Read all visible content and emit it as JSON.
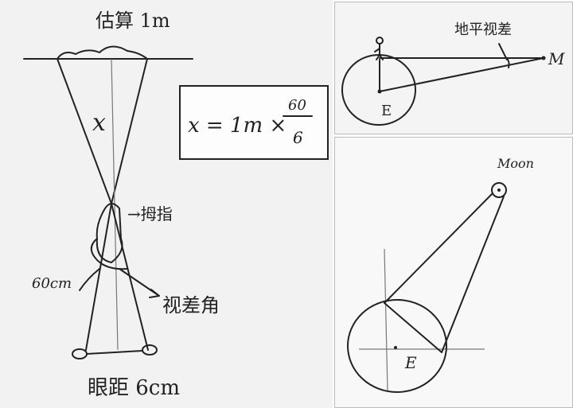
{
  "left_panel": {
    "estimate_label": "估算 1m",
    "x_label": "x",
    "thumb_label": "→拇指",
    "arm_length_label": "60cm",
    "visual_angle_label": "视差角",
    "eye_distance_label": "眼距 6cm",
    "formula": {
      "lhs": "x = 1m ×",
      "numerator": "60",
      "denominator": "6"
    }
  },
  "top_right_panel": {
    "parallax_label": "地平视差",
    "moon_label": "M",
    "earth_label": "E"
  },
  "bottom_right_panel": {
    "moon_label": "Moon",
    "earth_label": "E"
  }
}
